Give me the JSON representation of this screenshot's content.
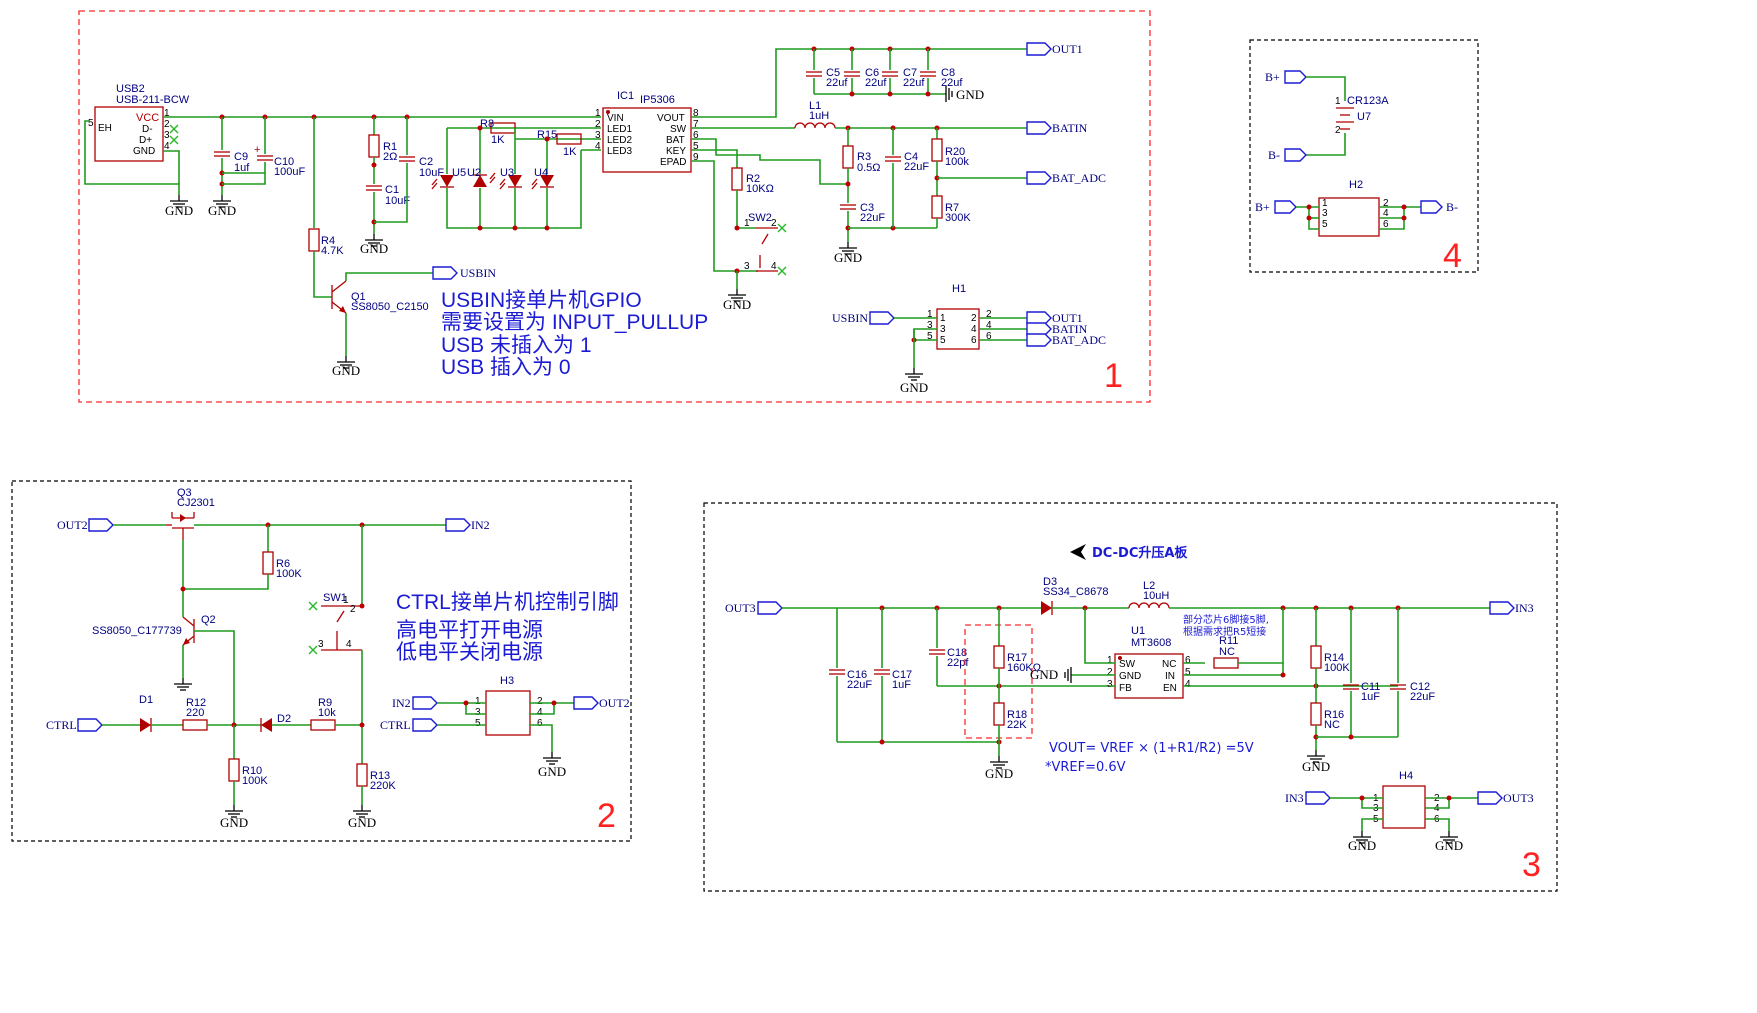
{
  "block1": {
    "number": "1",
    "usb2_ref": "USB2",
    "usb2_val": "USB-211-BCW",
    "usb_pins": [
      "VCC",
      "D-",
      "D+",
      "GND",
      "EH"
    ],
    "usb_pin_nums": [
      "1",
      "2",
      "3",
      "4",
      "5"
    ],
    "c9": "C9",
    "c9v": "1uf",
    "c10": "C10",
    "c10v": "100uF",
    "r1": "R1",
    "r1v": "2Ω",
    "c1": "C1",
    "c1v": "10uF",
    "c2": "C2",
    "c2v": "10uF",
    "r4": "R4",
    "r4v": "4.7K",
    "r8": "R8",
    "r8v": "1K",
    "r15": "R15",
    "r15v": "1K",
    "u5": "U5",
    "u2": "U2",
    "u3": "U3",
    "u4": "U4",
    "ic1": "IC1",
    "ic1v": "IP5306",
    "ic_left": [
      "VIN",
      "LED1",
      "LED2",
      "LED3"
    ],
    "ic_left_nums": [
      "1",
      "2",
      "3",
      "4"
    ],
    "ic_right": [
      "VOUT",
      "SW",
      "BAT",
      "KEY",
      "EPAD"
    ],
    "ic_right_nums": [
      "8",
      "7",
      "6",
      "5",
      "9"
    ],
    "c5": "C5",
    "c5v": "22uf",
    "c6": "C6",
    "c6v": "22uf",
    "c7": "C7",
    "c7v": "22uf",
    "c8": "C8",
    "c8v": "22uf",
    "l1": "L1",
    "l1v": "1uH",
    "r3": "R3",
    "r3v": "0.5Ω",
    "c3": "C3",
    "c3v": "22uF",
    "c4": "C4",
    "c4v": "22uF",
    "r20": "R20",
    "r20v": "100k",
    "r7": "R7",
    "r7v": "300K",
    "r2": "R2",
    "r2v": "10KΩ",
    "sw2": "SW2",
    "sw_pins": [
      "1",
      "2",
      "3",
      "4"
    ],
    "q1": "Q1",
    "q1v": "SS8050_C2150",
    "net_out1": "OUT1",
    "net_batin": "BATIN",
    "net_batadc": "BAT_ADC",
    "net_usbin": "USBIN",
    "gnd": "GND",
    "note": [
      "USBIN接单片机GPIO",
      "需要设置为 INPUT_PULLUP",
      "USB 未插入为 1",
      "USB 插入为 0"
    ],
    "h1": "H1",
    "h_left_nums": [
      "1",
      "3",
      "5"
    ],
    "h_right_nums": [
      "2",
      "4",
      "6"
    ]
  },
  "block2": {
    "number": "2",
    "q3": "Q3",
    "q3v": "CJ2301",
    "q2": "Q2",
    "q2v": "SS8050_C177739",
    "r6": "R6",
    "r6v": "100K",
    "sw1": "SW1",
    "d1": "D1",
    "d2": "D2",
    "r12": "R12",
    "r12v": "220",
    "r9": "R9",
    "r9v": "10k",
    "r10": "R10",
    "r10v": "100K",
    "r13": "R13",
    "r13v": "220K",
    "net_out2": "OUT2",
    "net_in2": "IN2",
    "net_ctrl": "CTRL",
    "note": [
      "CTRL接单片机控制引脚",
      "高电平打开电源",
      "低电平关闭电源"
    ],
    "h3": "H3"
  },
  "block3": {
    "number": "3",
    "title": "DC-DC升压A板",
    "net_out3": "OUT3",
    "net_in3": "IN3",
    "d3": "D3",
    "d3v": "SS34_C8678",
    "l2": "L2",
    "l2v": "10uH",
    "c16": "C16",
    "c16v": "22uF",
    "c17": "C17",
    "c17v": "1uF",
    "c18": "C18",
    "c18v": "22pf",
    "r17": "R17",
    "r17v": "160KΩ",
    "r18": "R18",
    "r18v": "22K",
    "u1": "U1",
    "u1v": "MT3608",
    "u1_left": [
      "SW",
      "GND",
      "FB"
    ],
    "u1_left_nums": [
      "1",
      "2",
      "3"
    ],
    "u1_right": [
      "NC",
      "IN",
      "EN"
    ],
    "u1_right_nums": [
      "6",
      "5",
      "4"
    ],
    "r11": "R11",
    "r11v": "NC",
    "cn_note": [
      "部分芯片6脚接5脚,",
      "根据需求把R5短接"
    ],
    "r14": "R14",
    "r14v": "100K",
    "r16": "R16",
    "r16v": "NC",
    "c11": "C11",
    "c11v": "1uF",
    "c12": "C12",
    "c12v": "22uF",
    "formula": "VOUT= VREF × (1+R1/R2) =5V",
    "vref": "*VREF=0.6V",
    "h4": "H4"
  },
  "block4": {
    "number": "4",
    "net_bplus": "B+",
    "net_bminus": "B-",
    "bat": "CR123A",
    "u7": "U7",
    "bat_pins": [
      "1",
      "2"
    ],
    "h2": "H2"
  },
  "colors": {
    "wire": "#1f9c1f",
    "part": "#b00000",
    "net": "#000080",
    "note": "#1b1bd4",
    "frame": "#ff2a2a"
  }
}
